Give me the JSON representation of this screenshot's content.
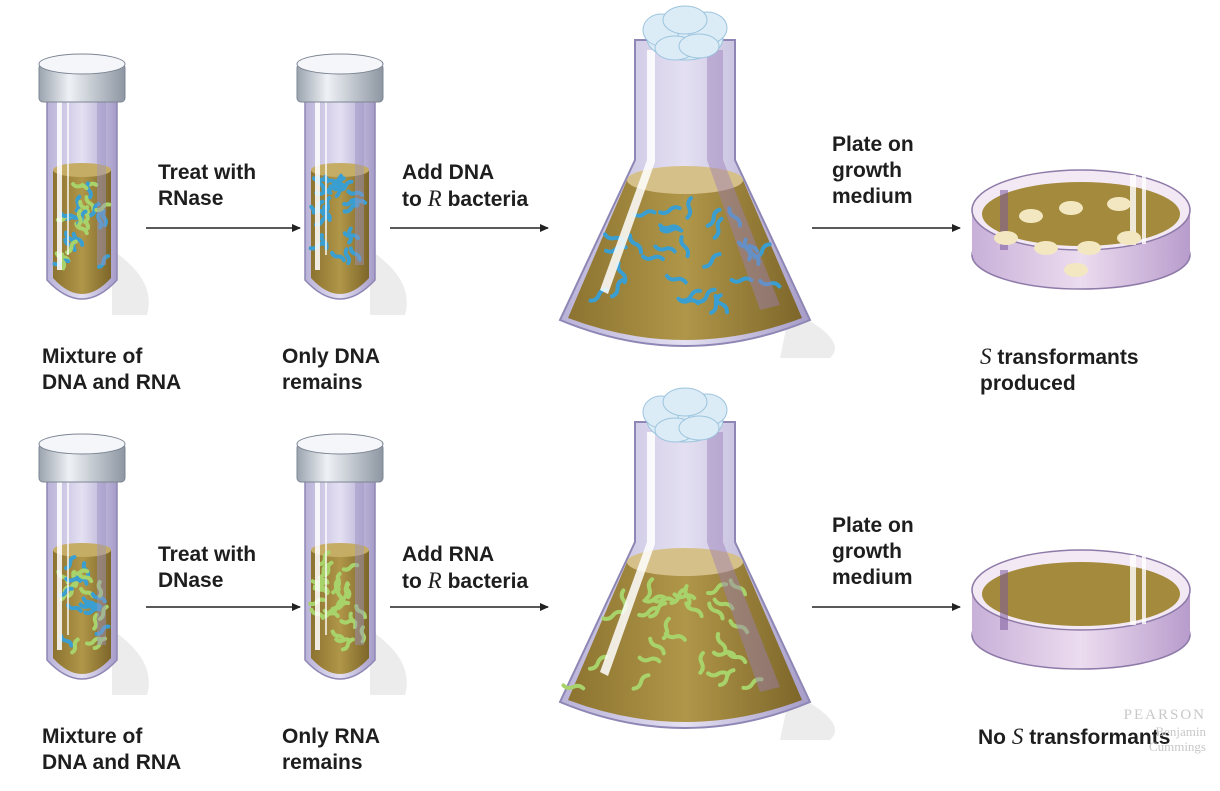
{
  "rows": [
    {
      "step1_label": [
        "Mixture of",
        "DNA and RNA"
      ],
      "step2_label": [
        "Only DNA",
        "remains"
      ],
      "arrow1_text": [
        "Treat with",
        "RNase"
      ],
      "arrow2_prefix": "Add DNA",
      "arrow2_to": "to",
      "arrow2_r": "R",
      "arrow2_bacteria": "bacteria",
      "arrow3_text": [
        "Plate on",
        "growth",
        "medium"
      ],
      "result_s": "S",
      "result_rest": "transformants",
      "result_line2": "produced"
    },
    {
      "step1_label": [
        "Mixture of",
        "DNA and RNA"
      ],
      "step2_label": [
        "Only RNA",
        "remains"
      ],
      "arrow1_text": [
        "Treat with",
        "DNase"
      ],
      "arrow2_prefix": "Add RNA",
      "arrow2_to": "to",
      "arrow2_r": "R",
      "arrow2_bacteria": "bacteria",
      "arrow3_text": [
        "Plate on",
        "growth",
        "medium"
      ],
      "result_prefix": "No",
      "result_s": "S",
      "result_rest": "transformants"
    }
  ],
  "credit": {
    "publisher": "PEARSON",
    "line2": "Benjamin",
    "line3": "Cummings"
  },
  "colors": {
    "dna": "#3a9fd0",
    "rna": "#a8d36a",
    "medium": "#a48a3c",
    "glass": "#c9c4e0",
    "cap": "#c8ced8",
    "cotton": "#dcecf6"
  }
}
